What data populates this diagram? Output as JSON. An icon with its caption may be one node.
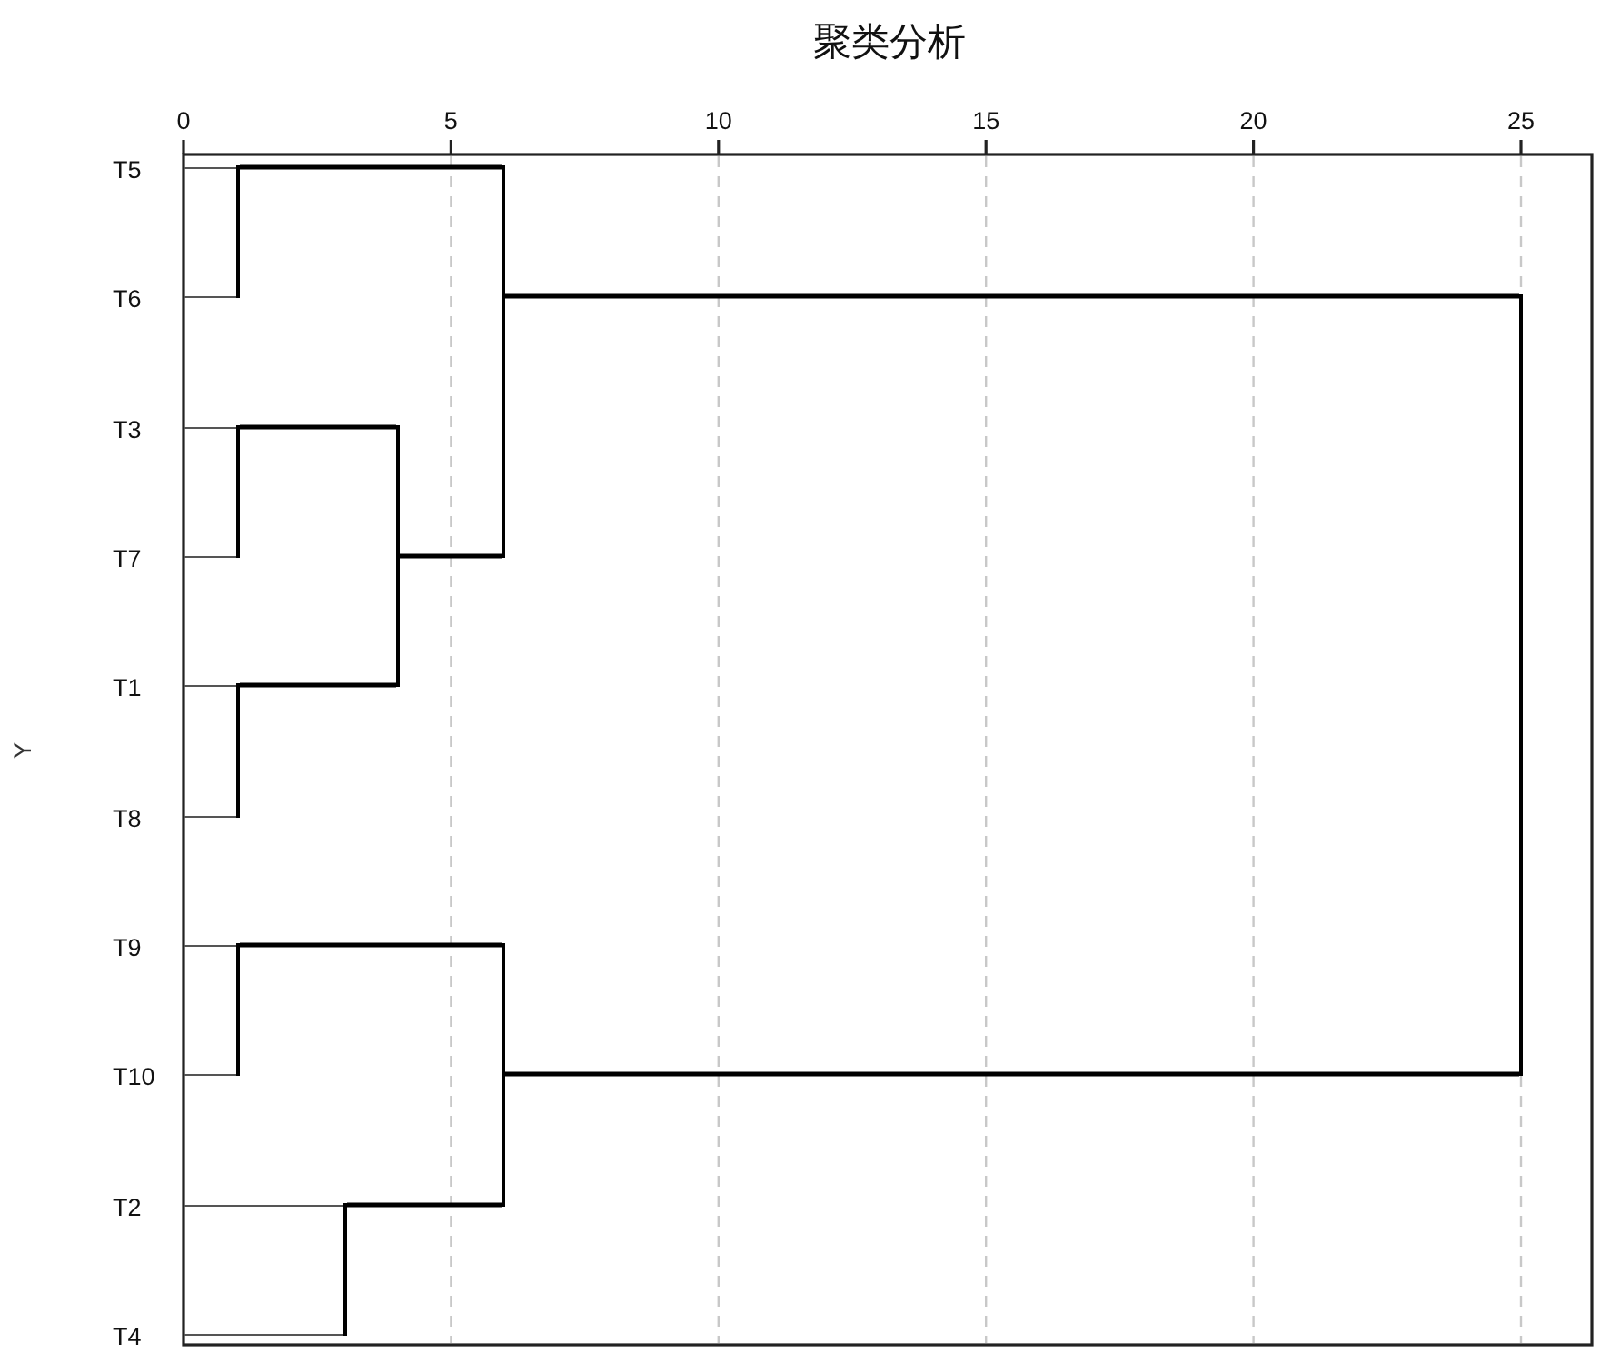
{
  "diagram": {
    "title": "聚类分析",
    "nodes": [
      {
        "text": [
          "T5"
        ]
      },
      {
        "text": [
          "T6"
        ]
      },
      {
        "text": [
          "T3"
        ]
      },
      {
        "text": [
          "T7"
        ]
      },
      {
        "text": [
          "T1"
        ]
      },
      {
        "text": [
          "T8"
        ]
      },
      {
        "text": [
          "T9"
        ]
      },
      {
        "text": [
          "T10"
        ]
      },
      {
        "text": [
          "T2"
        ]
      },
      {
        "text": [
          "T4"
        ]
      },
      {
        "text": [],
        "shape": "bar"
      },
      {
        "text": [],
        "shape": "bar"
      },
      {
        "text": [],
        "shape": "bar"
      },
      {
        "text": [],
        "shape": "bar"
      },
      {
        "text": [],
        "shape": "bar"
      },
      {
        "text": [],
        "shape": "bar"
      },
      {
        "text": [],
        "shape": "bar"
      },
      {
        "text": [],
        "shape": "bar"
      },
      {
        "text": [],
        "shape": "bar"
      }
    ],
    "edges": [
      {
        "from": 0,
        "to": 10,
        "arrow": "none"
      },
      {
        "from": 1,
        "to": 10,
        "arrow": "none"
      },
      {
        "from": 2,
        "to": 11,
        "arrow": "none"
      },
      {
        "from": 3,
        "to": 11,
        "arrow": "none"
      },
      {
        "from": 4,
        "to": 12,
        "arrow": "none"
      },
      {
        "from": 5,
        "to": 12,
        "arrow": "none"
      },
      {
        "from": 6,
        "to": 13,
        "arrow": "none"
      },
      {
        "from": 7,
        "to": 13,
        "arrow": "none"
      },
      {
        "from": 8,
        "to": 14,
        "arrow": "none"
      },
      {
        "from": 9,
        "to": 14,
        "arrow": "none"
      },
      {
        "from": 10,
        "to": 16,
        "arrow": "none",
        "style": "thick"
      },
      {
        "from": 11,
        "to": 15,
        "arrow": "none",
        "style": "thick"
      },
      {
        "from": 12,
        "to": 15,
        "arrow": "none",
        "style": "thick"
      },
      {
        "from": 15,
        "to": 16,
        "arrow": "none",
        "style": "thick"
      },
      {
        "from": 13,
        "to": 17,
        "arrow": "none",
        "style": "thick"
      },
      {
        "from": 14,
        "to": 17,
        "arrow": "none",
        "style": "thick"
      },
      {
        "from": 16,
        "to": 18,
        "arrow": "none",
        "style": "thick"
      },
      {
        "from": 17,
        "to": 18,
        "arrow": "none",
        "style": "thick"
      }
    ],
    "labels": [
      "0",
      "5",
      "10",
      "15",
      "20",
      "25",
      "Y"
    ]
  }
}
